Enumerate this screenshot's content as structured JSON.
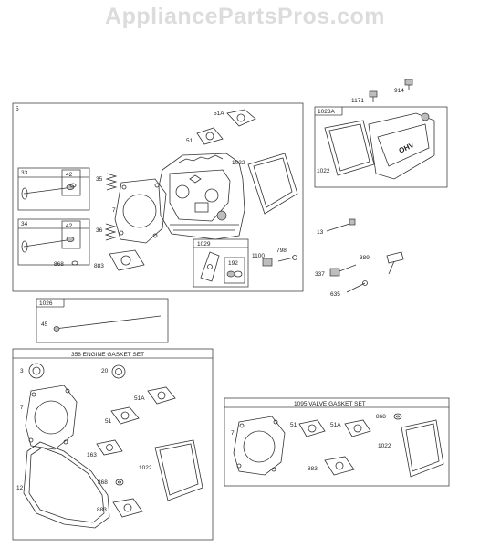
{
  "watermark": "AppliancePartsPros.com",
  "groups": {
    "g5": "5",
    "g33": "33",
    "g34": "34",
    "g1029": "1029",
    "g1023a": "1023A",
    "g1026": "1026",
    "g358": "358 ENGINE GASKET SET",
    "g1095": "1095 VALVE GASKET SET"
  },
  "parts": {
    "p914": "914",
    "p1171": "1171",
    "p51a_top": "51A",
    "p51_top": "51",
    "p1022_top": "1022",
    "p1022_cover": "1022",
    "p42_a": "42",
    "p42_b": "42",
    "p35": "35",
    "p7_top": "7",
    "p36": "36",
    "p868_top": "868",
    "p883_top": "883",
    "p192": "192",
    "p1100": "1100",
    "p798": "798",
    "p13": "13",
    "p389": "389",
    "p337": "337",
    "p635": "635",
    "p45": "45",
    "p3": "3",
    "p20": "20",
    "p7_eng": "7",
    "p51a_eng": "51A",
    "p51_eng": "51",
    "p163": "163",
    "p12": "12",
    "p868_eng": "868",
    "p1022_eng": "1022",
    "p883_eng": "883",
    "p7_valve": "7",
    "p51_valve": "51",
    "p51a_valve": "51A",
    "p868_valve": "868",
    "p1022_valve": "1022",
    "p883_valve": "883"
  },
  "cover_logo": "OHV"
}
